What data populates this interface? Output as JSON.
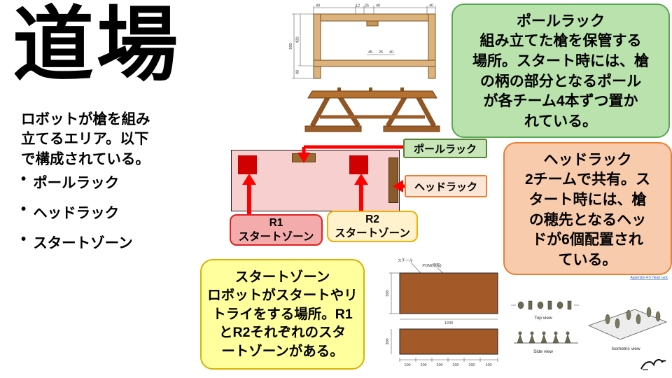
{
  "slide": {
    "title": "道場",
    "intro": "ロボットが槍を組み\n立てるエリア。以下\nで構成されている。",
    "bullet_char": "•",
    "bullets": [
      "ポールラック",
      "ヘッドラック",
      "スタートゾーン"
    ]
  },
  "field_labels": {
    "pole_rack": "ポールラック",
    "head_rack": "ヘッドラック",
    "r1_line1": "R1",
    "r1_line2": "スタートゾーン",
    "r2_line1": "R2",
    "r2_line2": "スタートゾーン"
  },
  "callouts": {
    "pole_rack": {
      "title": "ポールラック",
      "body": "組み立てた槍を保管する\n場所。スタート時には、槍\nの柄の部分となるポール\nが各チーム4本ずつ置か\nれている。"
    },
    "head_rack": {
      "title": "ヘッドラック",
      "body": "2チームで共有。ス\nタート時には、槍\nの穂先となるヘッ\nドが6個配置され\nている。"
    },
    "start_zone": {
      "title": "スタートゾーン",
      "body": "ロボットがスタートやリ\nトライをする場所。R1\nとR2それぞれのスタ\nートゾーンがある。"
    }
  },
  "cad": {
    "dims_top": [
      "40",
      "12",
      "25",
      "40",
      "40"
    ],
    "dims_left": [
      "500",
      "420",
      "80"
    ],
    "dims_inner": [
      "45",
      "25",
      "40"
    ]
  },
  "head_drawing": {
    "note1": "スチール",
    "note2": "POM(樹脂)",
    "dim_height1": "500",
    "dim_width1": "1200",
    "dim_height2": "300",
    "dims_bottom": [
      "100",
      "200",
      "200",
      "200",
      "200",
      "100"
    ],
    "caption": "Appendix 4-5  Head rack",
    "views": {
      "top": "Top view",
      "side": "Side view",
      "iso": "Isometric view"
    }
  },
  "colors": {
    "arrow_red": "#ff0000",
    "field_pink": "#f7cfcf",
    "start_zone_red": "#d00000",
    "wood_brown": "#a9672f",
    "green_box": "#b9e2ad",
    "green_border": "#5aa657",
    "orange_box": "#f8cbad",
    "orange_border": "#ed7d31",
    "yellow_box": "#ffff9e"
  }
}
